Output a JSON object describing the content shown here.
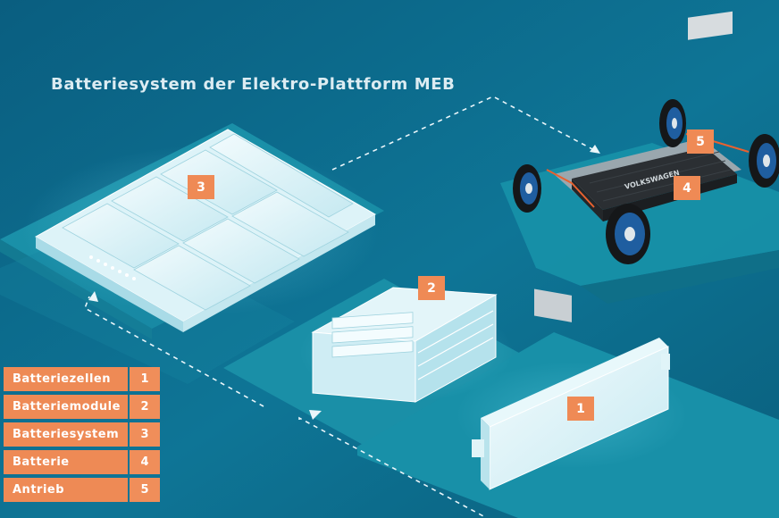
{
  "title": "Batteriesystem der Elektro-Plattform MEB",
  "badges": {
    "cells": "1",
    "modules": "2",
    "system": "3",
    "battery": "4",
    "drive": "5"
  },
  "brand_text": "VOLKSWAGEN",
  "legend": [
    {
      "label": "Batteriezellen",
      "number": "1"
    },
    {
      "label": "Batteriemodule",
      "number": "2"
    },
    {
      "label": "Batteriesystem",
      "number": "3"
    },
    {
      "label": "Batterie",
      "number": "4"
    },
    {
      "label": "Antrieb",
      "number": "5"
    }
  ],
  "colors": {
    "background": "#0d6f8f",
    "platform": "#1a90a8",
    "accent_orange": "#ef8a55",
    "component_white": "#e8f7fb",
    "battery_dark": "#2b2f33",
    "wheel_blue": "#1f5ea0"
  }
}
